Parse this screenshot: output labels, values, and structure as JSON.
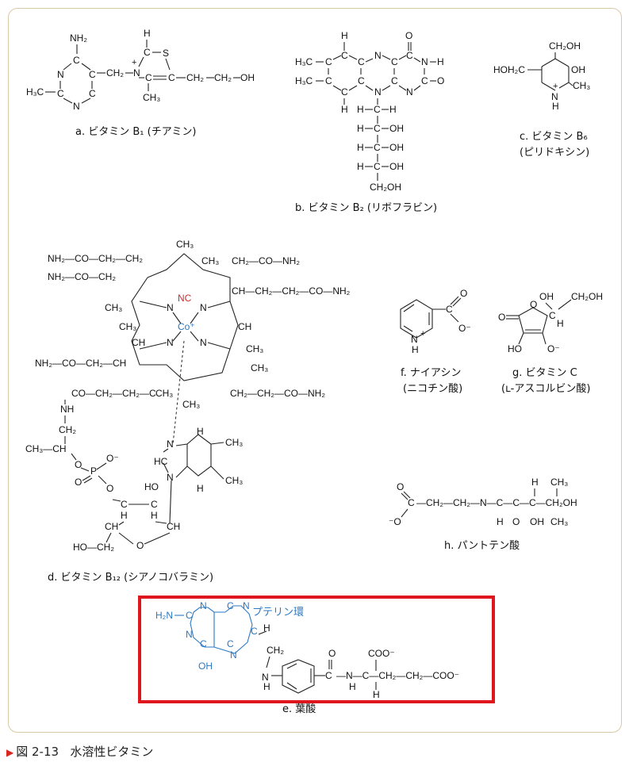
{
  "figure": {
    "number": "図 2-13",
    "title": "水溶性ビタミン"
  },
  "compounds": [
    {
      "id": "a",
      "label": "a.  ビタミン B₁ (チアミン)"
    },
    {
      "id": "b",
      "label": "b.  ビタミン B₂ (リボフラビン)"
    },
    {
      "id": "c",
      "label": "c.  ビタミン B₆",
      "sub": "(ピリドキシン)"
    },
    {
      "id": "d",
      "label": "d.  ビタミン B₁₂ (シアノコバラミン)"
    },
    {
      "id": "f",
      "label": "f.  ナイアシン",
      "sub": "(ニコチン酸)"
    },
    {
      "id": "g",
      "label": "g.  ビタミン C",
      "sub": "(ʟ-アスコルビン酸)"
    },
    {
      "id": "h",
      "label": "h.  パントテン酸"
    },
    {
      "id": "e",
      "label": "e.  葉酸",
      "annotation": "プテリン環"
    }
  ],
  "colors": {
    "highlight_box": "#e0161e",
    "pterin_ring": "#2b78c4",
    "cyano_label": "#d42a2a",
    "frame_border": "#d9c9a6",
    "caption_marker": "#d8261f"
  }
}
